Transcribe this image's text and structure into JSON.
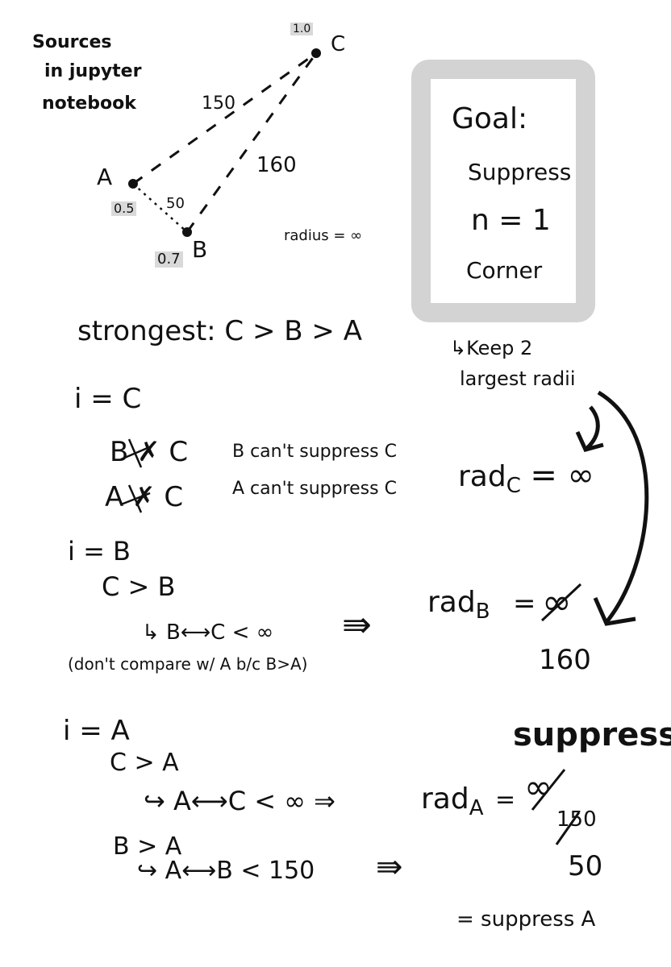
{
  "note": {
    "sources_label": [
      "Sources",
      "in jupyter",
      "notebook"
    ],
    "graph": {
      "node_a": "A",
      "node_b": "B",
      "node_c": "C",
      "weight_a": "0.5",
      "weight_b": "0.7",
      "weight_c": "1.0",
      "edge_ac": "150",
      "edge_bc": "160",
      "edge_ab": "50",
      "radius": "radius = ∞"
    },
    "goal_box": {
      "title": "Goal:",
      "line1": "Suppress",
      "line2": "n = 1",
      "line3": "Corner"
    },
    "keep_note": [
      "↳Keep 2",
      "largest radii"
    ],
    "strongest": "strongest:  C > B > A",
    "step_c": {
      "heading": "i = C",
      "line1": "B ✗ C",
      "line1_note": "B can't suppress C",
      "line2": "A ✗ C",
      "line2_note": "A can't suppress C",
      "rad_base": "rad",
      "rad_sub": "C",
      "rad_val": "= ∞"
    },
    "step_b": {
      "heading": "i = B",
      "line1": "C > B",
      "line2": "↳ B⟷C < ∞",
      "note": "(don't compare w/ A b/c B>A)",
      "implies": "⇛",
      "rad_base": "rad",
      "rad_sub": "B",
      "rad_eq": "=",
      "rad_old": "∞",
      "rad_new": "160"
    },
    "step_a": {
      "heading": "i = A",
      "line1": "C > A",
      "line2": "↪ A⟷C < ∞  ⇒",
      "line3": "B > A",
      "line4": "↪ A⟷B  < 150",
      "implies": "⇛",
      "rad_base": "rad",
      "rad_sub": "A",
      "rad_eq": "=",
      "rad_old1": "∞",
      "rad_old2": "150",
      "rad_new": "50",
      "suppress_title": "suppress",
      "result": "= suppress  A"
    }
  }
}
